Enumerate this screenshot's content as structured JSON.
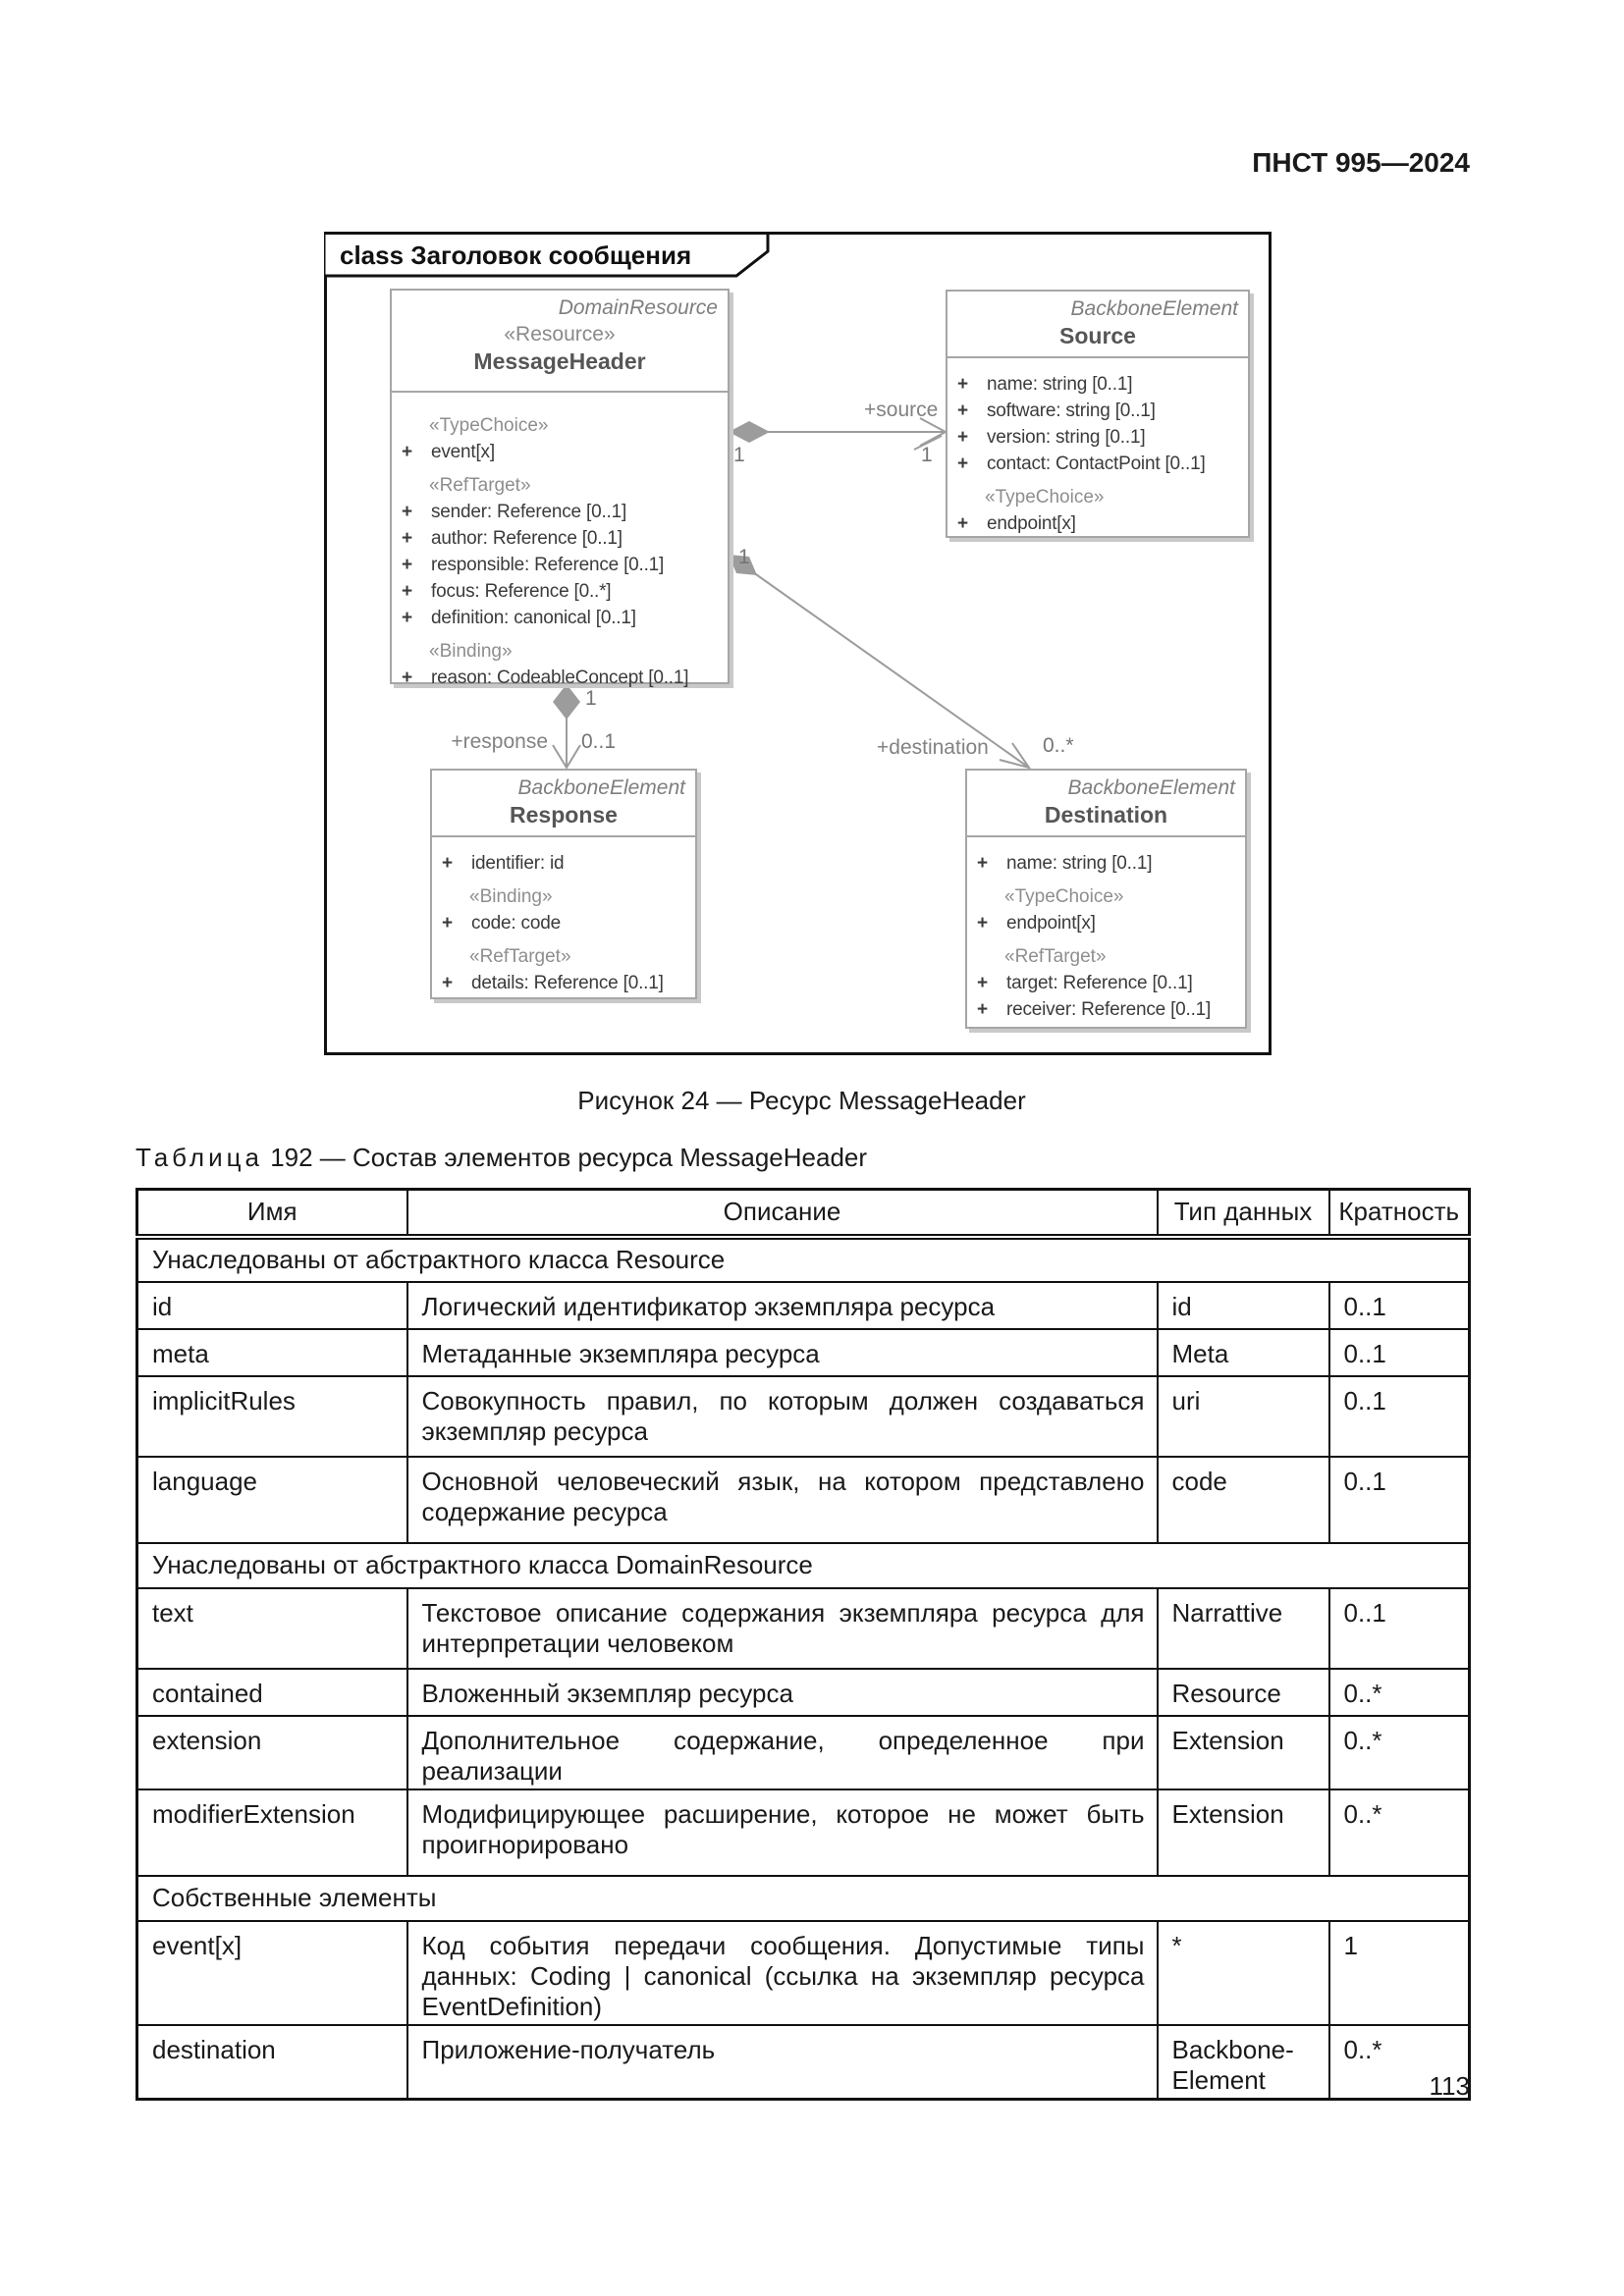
{
  "page": {
    "standard_ref": "ПНСТ 995—2024",
    "page_number": "113"
  },
  "figure": {
    "frame_label": "class Заголовок сообщения",
    "caption": "Рисунок 24 — Ресурс MessageHeader",
    "classes": {
      "messageheader": {
        "supertype": "DomainResource",
        "stereotype": "«Resource»",
        "name": "MessageHeader",
        "members": [
          {
            "kind": "stereotype",
            "text": "«TypeChoice»"
          },
          {
            "kind": "attr",
            "text": "event[x]"
          },
          {
            "kind": "stereotype",
            "text": "«RefTarget»"
          },
          {
            "kind": "attr",
            "text": "sender: Reference [0..1]"
          },
          {
            "kind": "attr",
            "text": "author: Reference [0..1]"
          },
          {
            "kind": "attr",
            "text": "responsible: Reference [0..1]"
          },
          {
            "kind": "attr",
            "text": "focus: Reference [0..*]"
          },
          {
            "kind": "attr",
            "text": "definition: canonical [0..1]"
          },
          {
            "kind": "stereotype",
            "text": "«Binding»"
          },
          {
            "kind": "attr",
            "text": "reason: CodeableConcept [0..1]"
          }
        ]
      },
      "source": {
        "supertype": "BackboneElement",
        "name": "Source",
        "members": [
          {
            "kind": "attr",
            "text": "name: string [0..1]"
          },
          {
            "kind": "attr",
            "text": "software: string [0..1]"
          },
          {
            "kind": "attr",
            "text": "version: string [0..1]"
          },
          {
            "kind": "attr",
            "text": "contact: ContactPoint [0..1]"
          },
          {
            "kind": "stereotype",
            "text": "«TypeChoice»"
          },
          {
            "kind": "attr",
            "text": "endpoint[x]"
          }
        ]
      },
      "response": {
        "supertype": "BackboneElement",
        "name": "Response",
        "members": [
          {
            "kind": "attr",
            "text": "identifier: id"
          },
          {
            "kind": "stereotype",
            "text": "«Binding»"
          },
          {
            "kind": "attr",
            "text": "code: code"
          },
          {
            "kind": "stereotype",
            "text": "«RefTarget»"
          },
          {
            "kind": "attr",
            "text": "details: Reference [0..1]"
          }
        ]
      },
      "destination": {
        "supertype": "BackboneElement",
        "name": "Destination",
        "members": [
          {
            "kind": "attr",
            "text": "name: string [0..1]"
          },
          {
            "kind": "stereotype",
            "text": "«TypeChoice»"
          },
          {
            "kind": "attr",
            "text": "endpoint[x]"
          },
          {
            "kind": "stereotype",
            "text": "«RefTarget»"
          },
          {
            "kind": "attr",
            "text": "target: Reference [0..1]"
          },
          {
            "kind": "attr",
            "text": "receiver: Reference [0..1]"
          }
        ]
      }
    },
    "connectors": {
      "source": {
        "label": "+source",
        "mult_from": "1",
        "mult_to": "1"
      },
      "response": {
        "label": "+response",
        "mult_from": "1",
        "mult_to": "0..1"
      },
      "destination": {
        "label": "+destination",
        "mult_from": "1",
        "mult_to": "0..*"
      }
    }
  },
  "table": {
    "caption_prefix": "Таблица",
    "caption_suffix": "192 — Состав элементов ресурса MessageHeader",
    "headers": [
      "Имя",
      "Описание",
      "Тип данных",
      "Кратность"
    ],
    "rows": [
      {
        "type": "section",
        "text": "Унаследованы от абстрактного класса Resource"
      },
      {
        "type": "data",
        "name": "id",
        "description": "Логический идентификатор экземпляра ресурса",
        "datatype": "id",
        "cardinality": "0..1"
      },
      {
        "type": "data",
        "name": "meta",
        "description": "Метаданные экземпляра ресурса",
        "datatype": "Meta",
        "cardinality": "0..1"
      },
      {
        "type": "data",
        "name": "implicitRules",
        "description": "Совокупность правил, по которым должен создаваться экземпляр ресурса",
        "datatype": "uri",
        "cardinality": "0..1"
      },
      {
        "type": "data",
        "name": "language",
        "description": "Основной человеческий язык, на котором представлено содержание ресурса",
        "datatype": "code",
        "cardinality": "0..1"
      },
      {
        "type": "section",
        "text": "Унаследованы от абстрактного класса DomainResource"
      },
      {
        "type": "data",
        "name": "text",
        "description": "Текстовое описание содержания экземпляра ресурса для интерпретации человеком",
        "datatype": "Narrattive",
        "cardinality": "0..1"
      },
      {
        "type": "data",
        "name": "contained",
        "description": "Вложенный экземпляр ресурса",
        "datatype": "Resource",
        "cardinality": "0..*"
      },
      {
        "type": "data",
        "name": "extension",
        "description": "Дополнительное содержание, определенное при реализации",
        "datatype": "Extension",
        "cardinality": "0..*"
      },
      {
        "type": "data",
        "name": "modifierExtension",
        "description": "Модифицирующее расширение, которое не может быть проигнорировано",
        "datatype": "Extension",
        "cardinality": "0..*"
      },
      {
        "type": "section",
        "text": "Собственные элементы"
      },
      {
        "type": "data",
        "name": "event[x]",
        "description": "Код события передачи сообщения. Допустимые типы данных: Coding | canonical (ссылка на экземпляр ресурса EventDefinition)",
        "datatype": "*",
        "cardinality": "1"
      },
      {
        "type": "data",
        "name": "destination",
        "description": "Приложение-получатель",
        "datatype": "Backbone-Element",
        "cardinality": "0..*"
      }
    ]
  }
}
